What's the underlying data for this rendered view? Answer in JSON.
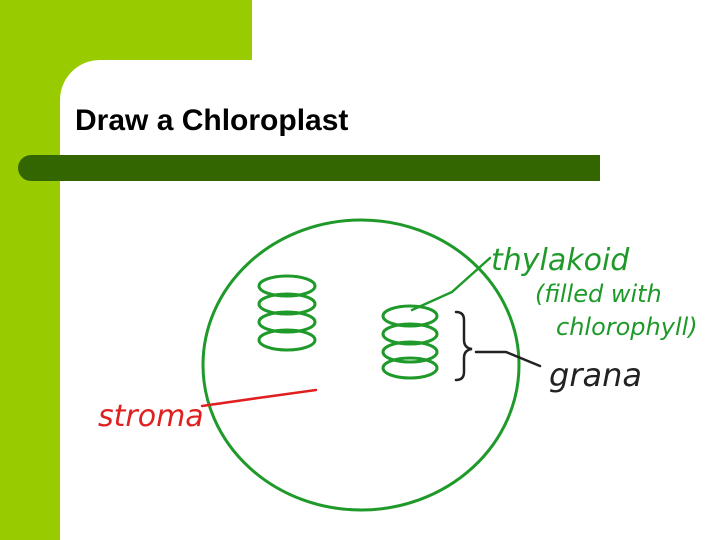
{
  "slide": {
    "title": "Draw a Chloroplast"
  },
  "labels": {
    "thylakoid": "thylakoid",
    "thylakoid_note_1": "(filled with",
    "thylakoid_note_2": "chlorophyll)",
    "grana": "grana",
    "stroma": "stroma"
  },
  "colors": {
    "accent_light": "#99cc00",
    "accent_dark": "#336600",
    "drawing_green": "#1f9a2a",
    "stroma_red": "#e02020",
    "grana_ink": "#222222"
  }
}
